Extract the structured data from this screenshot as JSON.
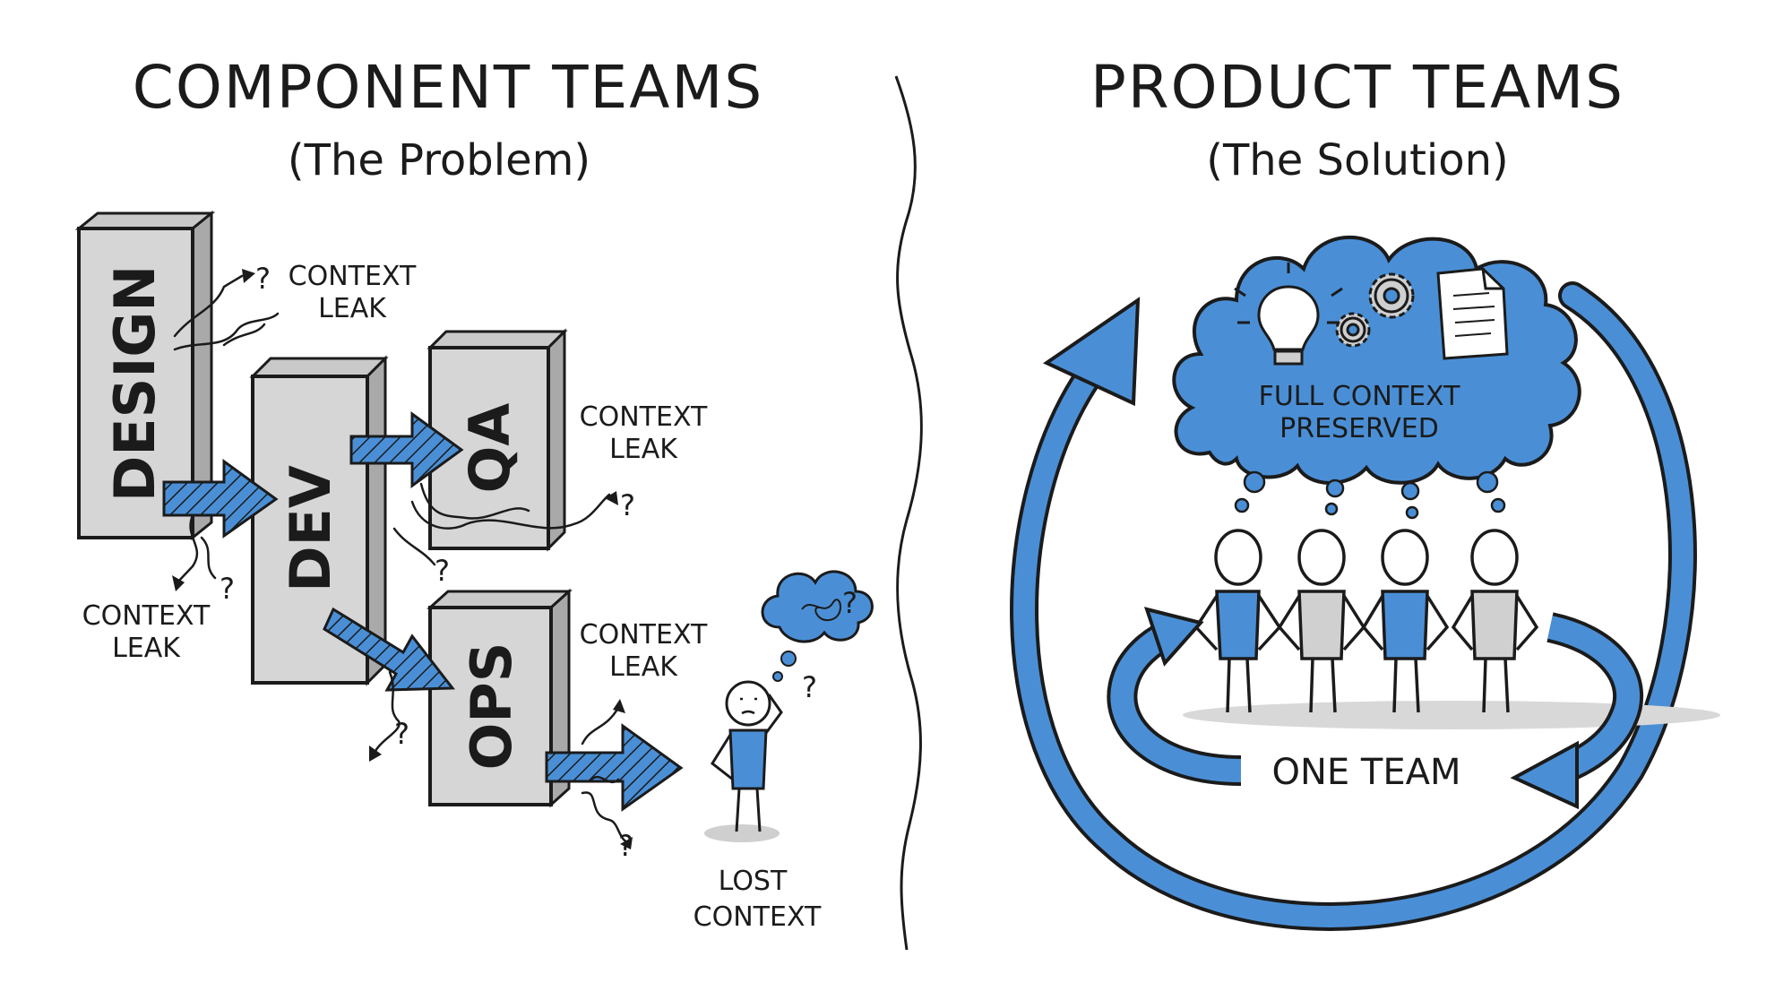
{
  "left_panel": {
    "title": "COMPONENT TEAMS",
    "subtitle": "(The Problem)",
    "silos": [
      {
        "label": "DESIGN"
      },
      {
        "label": "DEV"
      },
      {
        "label": "QA"
      },
      {
        "label": "OPS"
      }
    ],
    "leaks": [
      {
        "line1": "CONTEXT",
        "line2": "LEAK"
      },
      {
        "line1": "CONTEXT",
        "line2": "LEAK"
      },
      {
        "line1": "CONTEXT",
        "line2": "LEAK"
      },
      {
        "line1": "CONTEXT",
        "line2": "LEAK"
      }
    ],
    "question_mark": "?",
    "person_label_line1": "LOST",
    "person_label_line2": "CONTEXT"
  },
  "right_panel": {
    "title": "PRODUCT TEAMS",
    "subtitle": "(The Solution)",
    "cloud_line1": "FULL CONTEXT",
    "cloud_line2": "PRESERVED",
    "team_label": "ONE TEAM",
    "cloud_icons": [
      "lightbulb-icon",
      "gears-icon",
      "document-icon"
    ]
  },
  "colors": {
    "accent_blue": "#4a8fd6",
    "box_gray": "#d6d6d6",
    "box_side": "#a9a9a9",
    "ink": "#1b1b1b"
  }
}
